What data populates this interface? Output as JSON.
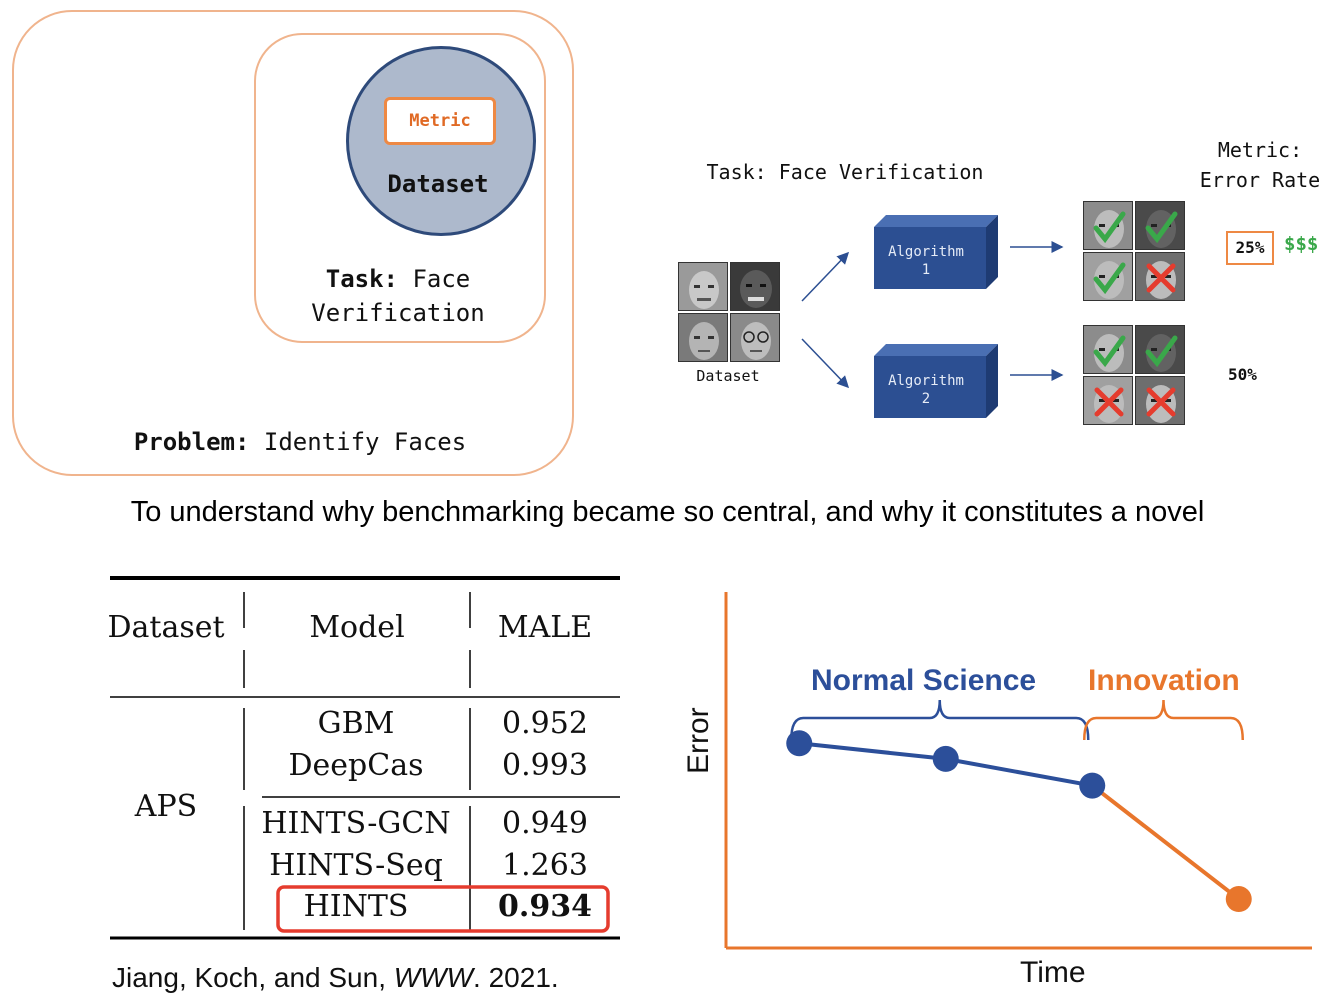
{
  "concept_diagram": {
    "metric_badge": "Metric",
    "dataset_label": "Dataset",
    "task_prefix": "Task:",
    "task_value": "Face Verification",
    "task_line2": "Verification",
    "problem_prefix": "Problem:",
    "problem_value": "Identify Faces"
  },
  "pipeline": {
    "task_title": "Task: Face Verification",
    "metric_title_line1": "Metric:",
    "metric_title_line2": "Error Rate",
    "dataset_caption": "Dataset",
    "algorithm1_line1": "Algorithm",
    "algorithm1_line2": "1",
    "algorithm2_line1": "Algorithm",
    "algorithm2_line2": "2",
    "result1_rate": "25%",
    "result1_reward": "$$$",
    "result2_rate": "50%",
    "result1_marks": [
      "check",
      "check",
      "check",
      "cross"
    ],
    "result2_marks": [
      "check",
      "check",
      "cross",
      "cross"
    ],
    "colors": {
      "check": "#3aa84a",
      "cross": "#e53c2e",
      "algorithm": "#2c4f92"
    }
  },
  "sentence": "To understand why benchmarking became so central, and why it constitutes a novel",
  "results_table": {
    "headers": [
      "Dataset",
      "Model",
      "MALE"
    ],
    "dataset": "APS",
    "rows": [
      {
        "model": "GBM",
        "male": "0.952"
      },
      {
        "model": "DeepCas",
        "male": "0.993"
      },
      {
        "model": "HINTS-GCN",
        "male": "0.949"
      },
      {
        "model": "HINTS-Seq",
        "male": "1.263"
      },
      {
        "model": "HINTS",
        "male": "0.934",
        "highlighted": true
      }
    ],
    "highlight_color": "#e53c2e"
  },
  "citation": {
    "authors": "Jiang, Koch, and Sun, ",
    "venue": "WWW",
    "year": ". 2021."
  },
  "chart_data": {
    "type": "line",
    "xlabel": "Time",
    "ylabel": "Error",
    "ticks": "none",
    "series": [
      {
        "points": [
          [
            1,
            0.92
          ],
          [
            2,
            0.85
          ],
          [
            3,
            0.73
          ]
        ],
        "color": "#2c4f9a"
      },
      {
        "points": [
          [
            3,
            0.73
          ],
          [
            4,
            0.22
          ]
        ],
        "color": "#e8762c"
      }
    ],
    "annotations": [
      {
        "text": "Normal Science",
        "from": 1,
        "to": 3,
        "color": "#2c4f9a"
      },
      {
        "text": "Innovation",
        "from": 3,
        "to": 4,
        "color": "#e8762c"
      }
    ],
    "xlim": [
      0.5,
      4.5
    ],
    "ylim": [
      0,
      1.6
    ]
  }
}
